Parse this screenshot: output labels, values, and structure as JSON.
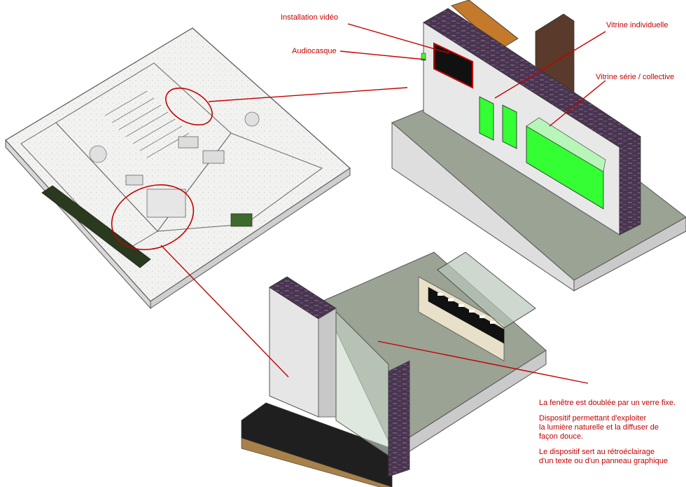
{
  "labels": {
    "installation_video": "Installation vidéo",
    "audiocasque": "Audiocasque",
    "vitrine_individuelle": "Vitrine individuelle",
    "vitrine_serie": "Vitrine série / collective"
  },
  "notes": {
    "p1": "La fenêtre est doublée par un verre fixe.",
    "p2": "Dispositif permettant d'exploiter\nla lumière naturelle et la diffuser de\nfaçon douce.",
    "p3": "Le dispositif sert au rétroéclairage\nd'un texte ou d'un panneau graphique"
  },
  "colors": {
    "annotation": "#c40000",
    "brick": "#4a3550",
    "vitrine_green": "#33ff33",
    "floor": "#9aa394",
    "wall": "#e8e8e8",
    "base": "#d9d9d9"
  }
}
